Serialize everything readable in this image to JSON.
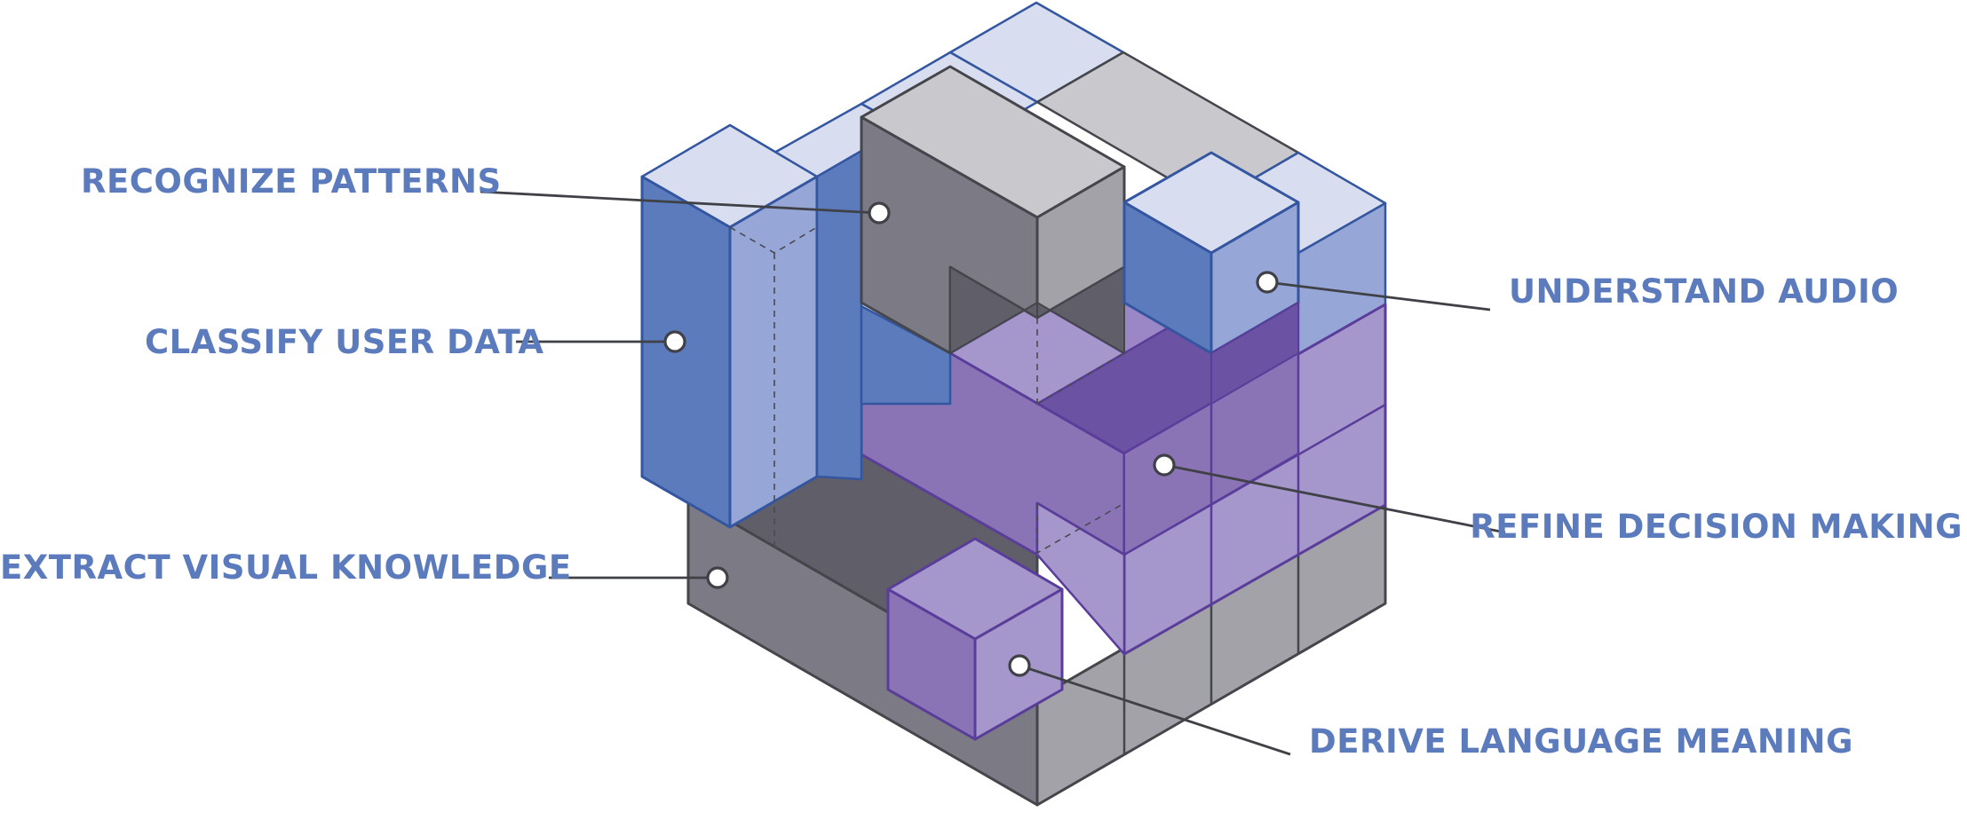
{
  "diagram": {
    "labels": [
      {
        "id": "recognize",
        "text": "RECOGNIZE PATTERNS"
      },
      {
        "id": "classify",
        "text": "CLASSIFY USER DATA"
      },
      {
        "id": "extract",
        "text": "EXTRACT VISUAL KNOWLEDGE"
      },
      {
        "id": "understand",
        "text": "UNDERSTAND AUDIO"
      },
      {
        "id": "refine",
        "text": "REFINE DECISION MAKING"
      },
      {
        "id": "derive",
        "text": "DERIVE LANGUAGE MEANING"
      }
    ],
    "colors": {
      "label_text": "#5b7bbd",
      "blue_top": "#d8ddef",
      "blue_front": "#5b7bbd",
      "blue_side": "#96a6d6",
      "gray_top": "#c8c8cd",
      "gray_front": "#7b7a85",
      "gray_side": "#a2a2a8",
      "gray_dark": "#5f5e69",
      "purple_top": "#a597cb",
      "purple_front": "#8a74b6",
      "purple_side": "#a597cb",
      "purple_dark": "#6c52a2",
      "outline_blue": "#3456a0",
      "outline_gray": "#45464c",
      "outline_purple": "#5a3d9a"
    }
  }
}
